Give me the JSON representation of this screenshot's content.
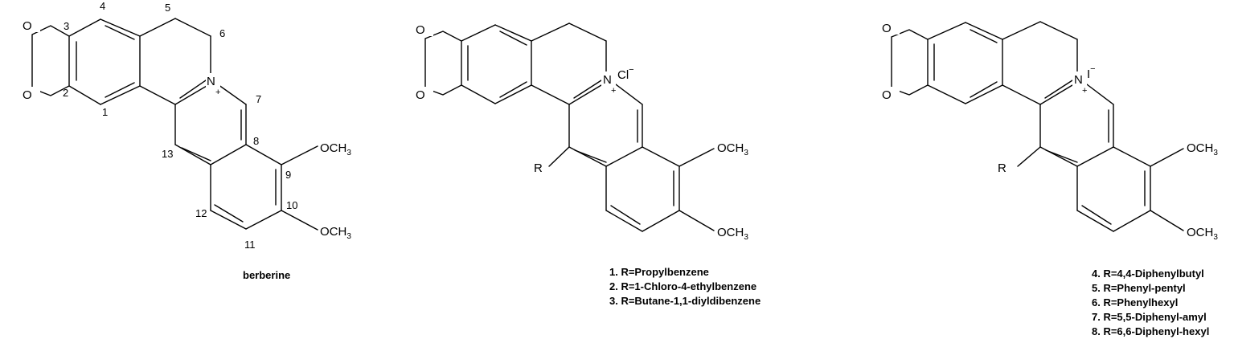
{
  "figure": {
    "structures": [
      {
        "caption": "berberine",
        "o_top": "O",
        "o_bottom": "O",
        "n_atom": "N",
        "plus": "+",
        "ome_upper": "OCH",
        "ome_lower": "OCH",
        "sub3": "3",
        "positions": [
          "1",
          "2",
          "3",
          "4",
          "5",
          "6",
          "7",
          "8",
          "9",
          "10",
          "11",
          "12",
          "13"
        ]
      },
      {
        "counterion": "Cl",
        "counterion_charge": "−",
        "o_top": "O",
        "o_bottom": "O",
        "n_atom": "N",
        "plus": "+",
        "r_group": "R",
        "ome_upper": "OCH",
        "ome_lower": "OCH",
        "sub3": "3",
        "legend": [
          "1. R=Propylbenzene",
          "2. R=1-Chloro-4-ethylbenzene",
          "3. R=Butane-1,1-diyldibenzene"
        ]
      },
      {
        "counterion": "I",
        "counterion_charge": "−",
        "o_top": "O",
        "o_bottom": "O",
        "n_atom": "N",
        "plus": "+",
        "r_group": "R",
        "ome_upper": "OCH",
        "ome_lower": "OCH",
        "sub3": "3",
        "legend": [
          "4. R=4,4-Diphenylbutyl",
          "5. R=Phenyl-pentyl",
          "6. R=Phenylhexyl",
          "7. R=5,5-Diphenyl-amyl",
          "8. R=6,6-Diphenyl-hexyl"
        ]
      }
    ]
  }
}
